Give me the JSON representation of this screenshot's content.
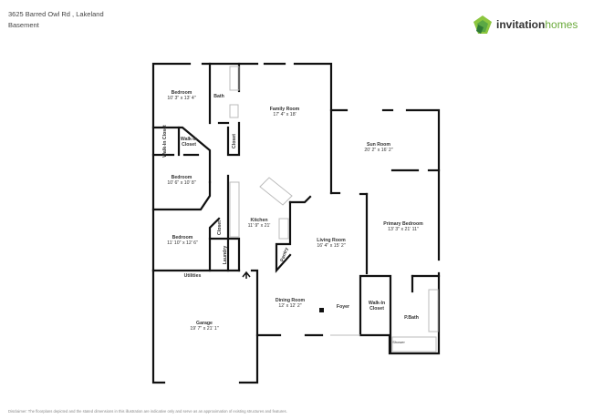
{
  "header": {
    "address": "3625 Barred Owl Rd , Lakeland",
    "level": "Basement"
  },
  "logo": {
    "text_bold": "invitation",
    "text_light": "homes",
    "colors": [
      "#3f8f3a",
      "#8cc63f",
      "#5aa845"
    ]
  },
  "rooms": {
    "bedroom1": {
      "name": "Bedroom",
      "dim": "10' 3\" x 13' 4\""
    },
    "bath": {
      "name": "Bath"
    },
    "walkin_closet_a": {
      "name": "Walk-In Closet"
    },
    "walkin_closet_b": {
      "name": "Walk-In",
      "name2": "Closet"
    },
    "closet_a": {
      "name": "Closet"
    },
    "family": {
      "name": "Family Room",
      "dim": "17' 4\" x 18'"
    },
    "sun": {
      "name": "Sun Room",
      "dim": "20' 2\" x 16' 2\""
    },
    "bedroom2": {
      "name": "Bedroom",
      "dim": "10' 6\" x 10' 8\""
    },
    "kitchen": {
      "name": "Kitchen",
      "dim": "11' 9\" x 21'"
    },
    "primary": {
      "name": "Primary Bedroom",
      "dim": "13' 3\" x 21' 11\""
    },
    "bedroom3": {
      "name": "Bedroom",
      "dim": "11' 10\" x 12' 6\""
    },
    "closet_b": {
      "name": "Closet"
    },
    "laundry": {
      "name": "Laundry"
    },
    "pantry": {
      "name": "Pantry"
    },
    "living": {
      "name": "Living Room",
      "dim": "16' 4\" x 15' 2\""
    },
    "utilities": {
      "name": "Utilities"
    },
    "dining": {
      "name": "Dining Room",
      "dim": "12' x 12' 2\""
    },
    "foyer": {
      "name": "Foyer"
    },
    "walkin_closet_c": {
      "name": "Walk-In",
      "name2": "Closet"
    },
    "pbath": {
      "name": "P.Bath"
    },
    "shower": {
      "name": "Shower"
    },
    "garage": {
      "name": "Garage",
      "dim": "19' 7\" x 21' 1\""
    }
  },
  "disclaimer": {
    "line1": "Disclaimer: The floorplans depicted and the stated dimensions in this illustration are indicative only and serve as an approximation of existing structures and features."
  }
}
